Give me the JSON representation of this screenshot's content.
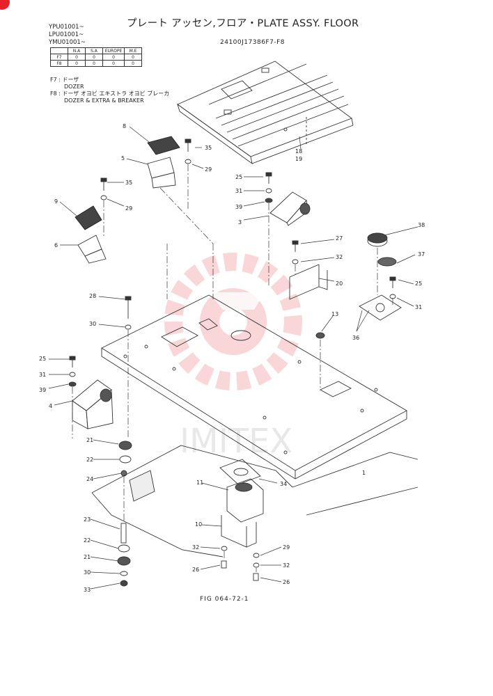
{
  "header": {
    "title": "プレート アッセン,フロア・PLATE ASSY. FLOOR",
    "part_number": "24100J17386F7-F8",
    "serials": [
      "YPU01001~",
      "LPU01001~",
      "YMU01001~"
    ]
  },
  "matrix": {
    "columns": [
      "N.A",
      "S.A",
      "EUROPE",
      "M.E"
    ],
    "rows": [
      {
        "label": "F7",
        "cells": [
          "0",
          "0",
          "0",
          "0"
        ]
      },
      {
        "label": "F8",
        "cells": [
          "0",
          "0",
          "0",
          "0"
        ]
      }
    ]
  },
  "notes": [
    {
      "code": "F7 :",
      "jp": "ドーザ",
      "en": "DOZER"
    },
    {
      "code": "F8 :",
      "jp": "ドーザ オヨビ エキストラ オヨビ ブレーカ",
      "en": "DOZER & EXTRA & BREAKER"
    }
  ],
  "callouts": [
    {
      "id": "c8",
      "text": "8"
    },
    {
      "id": "c35a",
      "text": "35"
    },
    {
      "id": "c5",
      "text": "5"
    },
    {
      "id": "c29a",
      "text": "29"
    },
    {
      "id": "c18",
      "text": "18"
    },
    {
      "id": "c19",
      "text": "19"
    },
    {
      "id": "c35b",
      "text": "35"
    },
    {
      "id": "c29b",
      "text": "29"
    },
    {
      "id": "c25a",
      "text": "25"
    },
    {
      "id": "c31a",
      "text": "31"
    },
    {
      "id": "c39a",
      "text": "39"
    },
    {
      "id": "c3",
      "text": "3"
    },
    {
      "id": "c9",
      "text": "9"
    },
    {
      "id": "c6",
      "text": "6"
    },
    {
      "id": "c38",
      "text": "38"
    },
    {
      "id": "c27",
      "text": "27"
    },
    {
      "id": "c32a",
      "text": "32"
    },
    {
      "id": "c37",
      "text": "37"
    },
    {
      "id": "c20",
      "text": "20"
    },
    {
      "id": "c25b",
      "text": "25"
    },
    {
      "id": "c31b",
      "text": "31"
    },
    {
      "id": "c28",
      "text": "28"
    },
    {
      "id": "c13",
      "text": "13"
    },
    {
      "id": "c30a",
      "text": "30"
    },
    {
      "id": "c36",
      "text": "36"
    },
    {
      "id": "c25c",
      "text": "25"
    },
    {
      "id": "c31c",
      "text": "31"
    },
    {
      "id": "c39b",
      "text": "39"
    },
    {
      "id": "c4",
      "text": "4"
    },
    {
      "id": "c1",
      "text": "1"
    },
    {
      "id": "c21a",
      "text": "21"
    },
    {
      "id": "c22a",
      "text": "22"
    },
    {
      "id": "c24",
      "text": "24"
    },
    {
      "id": "c34",
      "text": "34"
    },
    {
      "id": "c11",
      "text": "11"
    },
    {
      "id": "c10",
      "text": "10"
    },
    {
      "id": "c23",
      "text": "23"
    },
    {
      "id": "c22b",
      "text": "22"
    },
    {
      "id": "c21b",
      "text": "21"
    },
    {
      "id": "c30b",
      "text": "30"
    },
    {
      "id": "c33",
      "text": "33"
    },
    {
      "id": "c32b",
      "text": "32"
    },
    {
      "id": "c26a",
      "text": "26"
    },
    {
      "id": "c29c",
      "text": "29"
    },
    {
      "id": "c32c",
      "text": "32"
    },
    {
      "id": "c26b",
      "text": "26"
    }
  ],
  "figure_label": "FIG 064-72-1",
  "watermark": {
    "text": "IMITEX",
    "color": "#f5b5b8"
  }
}
